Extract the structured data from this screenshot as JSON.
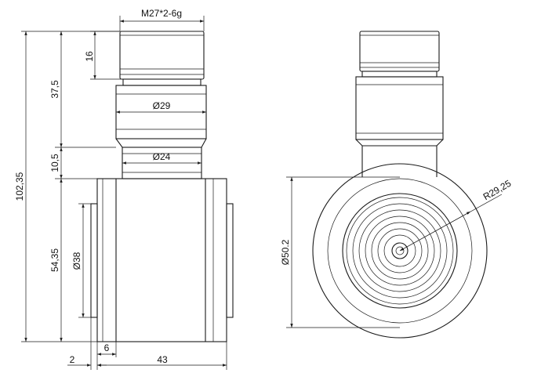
{
  "drawing": {
    "front_view": {
      "thread_label": "M27*2-6g",
      "dim_thread_height": "16",
      "dim_upper_height": "37,5",
      "dim_neck_height": "10,5",
      "dim_body_height": "54,35",
      "dim_total_height": "102,35",
      "dia_upper": "Ø29",
      "dia_neck": "Ø24",
      "dia_body": "Ø38",
      "dim_offset_small": "2",
      "dim_offset": "6",
      "dim_width": "43"
    },
    "side_view": {
      "radius_label": "R29,25",
      "dia_outer": "Ø50.2"
    }
  }
}
